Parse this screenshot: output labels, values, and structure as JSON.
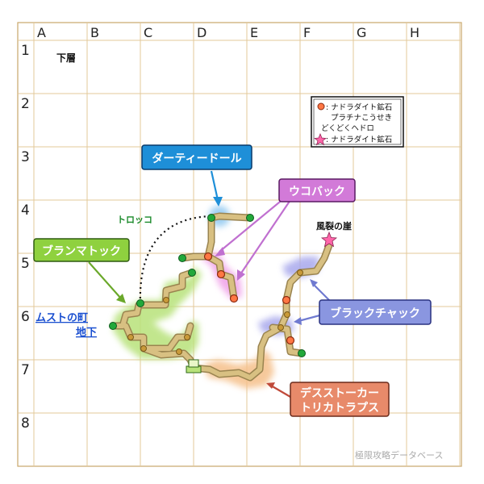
{
  "grid": {
    "columns": [
      "A",
      "B",
      "C",
      "D",
      "E",
      "F",
      "G",
      "H"
    ],
    "rows": [
      "1",
      "2",
      "3",
      "4",
      "5",
      "6",
      "7",
      "8"
    ],
    "grid_color": "#e3c99a",
    "border_color": "#c9a66a"
  },
  "floor_label": "下層",
  "legend": {
    "circle_line_1": ": ナドラダイト鉱石",
    "circle_line_2": "プラチナこうせき",
    "circle_line_3": "どくどくヘドロ",
    "star_line": ": ナドラダイト鉱石",
    "circle_color": "#ff7744",
    "star_color": "#ff66aa"
  },
  "callouts": {
    "dirty_doll": {
      "label": "ダーティードール",
      "color": "#1e8fd8"
    },
    "ukobakku": {
      "label": "ウコバック",
      "color": "#d27ad8"
    },
    "buranmatokku": {
      "label": "ブランマトック",
      "color": "#8fd13f"
    },
    "black_jack": {
      "label": "ブラックチャック",
      "color": "#8a96e0"
    },
    "death_stalker_line1": {
      "label": "デスストーカー",
      "color": "#e88a6a"
    },
    "death_stalker_line2": {
      "label": "トリカトラプス",
      "color": "#e88a6a"
    }
  },
  "labels": {
    "torokko": "トロッコ",
    "cliff": "風裂の崖",
    "town_line1": "ムストの町",
    "town_line2": "地下"
  },
  "watermark": "極限攻略データベース",
  "colors": {
    "path_fill": "#d8c082",
    "path_stroke": "#9a8450",
    "green_glow": "#b8e27a",
    "pink_glow": "#f0a0e8",
    "blue_glow": "#8fc8f0",
    "violet_glow": "#a8a8ec",
    "orange_zone": "#f5c08a",
    "node_green": "#22a83a",
    "node_tan": "#c99a3a",
    "node_orange": "#ff7744"
  }
}
